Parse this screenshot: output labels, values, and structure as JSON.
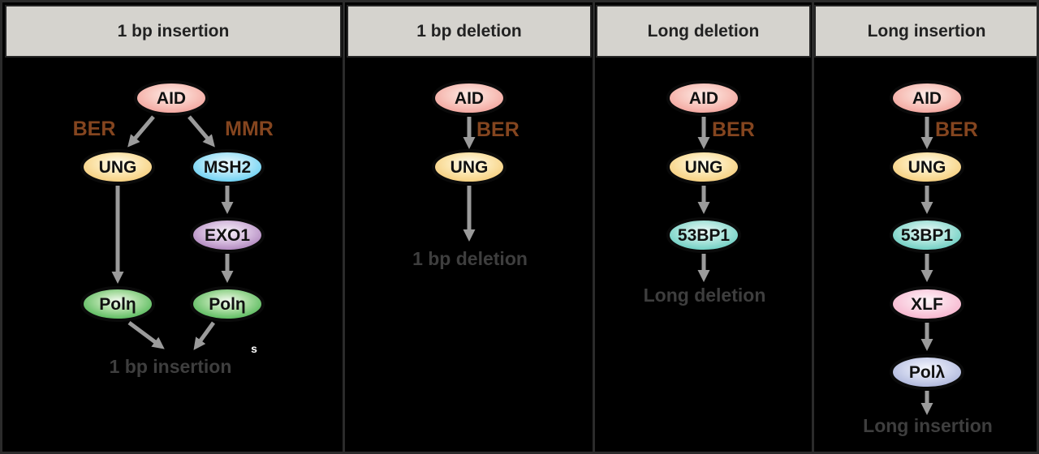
{
  "figure": {
    "background": "#000000",
    "frame_color": "#2b2b2b",
    "header_bg": "#d5d3ce",
    "header_text_color": "#222222",
    "arrow_color": "#9b9b9b",
    "pathway_label_color": "#84451f",
    "outcome_text_color": "#3e3e3e"
  },
  "node_colors": {
    "AID": {
      "edge": "#ef8e88",
      "center": "#fdede8"
    },
    "UNG": {
      "edge": "#f2bf5e",
      "center": "#fffdf0"
    },
    "MSH2": {
      "edge": "#3fc2ef",
      "center": "#effafe"
    },
    "EXO1": {
      "edge": "#9662a8",
      "center": "#f6eff8"
    },
    "Pol_eta": {
      "edge": "#2fa83a",
      "center": "#f8fdf5"
    },
    "53BP1": {
      "edge": "#44c0b2",
      "center": "#effbf9"
    },
    "XLF": {
      "edge": "#f4a0c0",
      "center": "#fef5f8"
    },
    "Pol_lambda": {
      "edge": "#98a2cf",
      "center": "#f5f6fc"
    }
  },
  "panels": [
    {
      "title": "1 bp insertion",
      "branch_left_label": "BER",
      "branch_right_label": "MMR",
      "nodes": {
        "aid": "AID",
        "ung": "UNG",
        "msh2": "MSH2",
        "exo1": "EXO1",
        "pol_eta_left": "Polη",
        "pol_eta_right": "Polη"
      },
      "outcome": "1 bp insertion",
      "footnote_marker": "s"
    },
    {
      "title": "1 bp deletion",
      "pathway_label": "BER",
      "nodes": {
        "aid": "AID",
        "ung": "UNG"
      },
      "outcome": "1 bp deletion"
    },
    {
      "title": "Long deletion",
      "pathway_label": "BER",
      "nodes": {
        "aid": "AID",
        "ung": "UNG",
        "bp53": "53BP1"
      },
      "outcome": "Long deletion"
    },
    {
      "title": "Long insertion",
      "pathway_label": "BER",
      "nodes": {
        "aid": "AID",
        "ung": "UNG",
        "bp53": "53BP1",
        "xlf": "XLF",
        "pol_lambda": "Polλ"
      },
      "outcome": "Long insertion"
    }
  ]
}
